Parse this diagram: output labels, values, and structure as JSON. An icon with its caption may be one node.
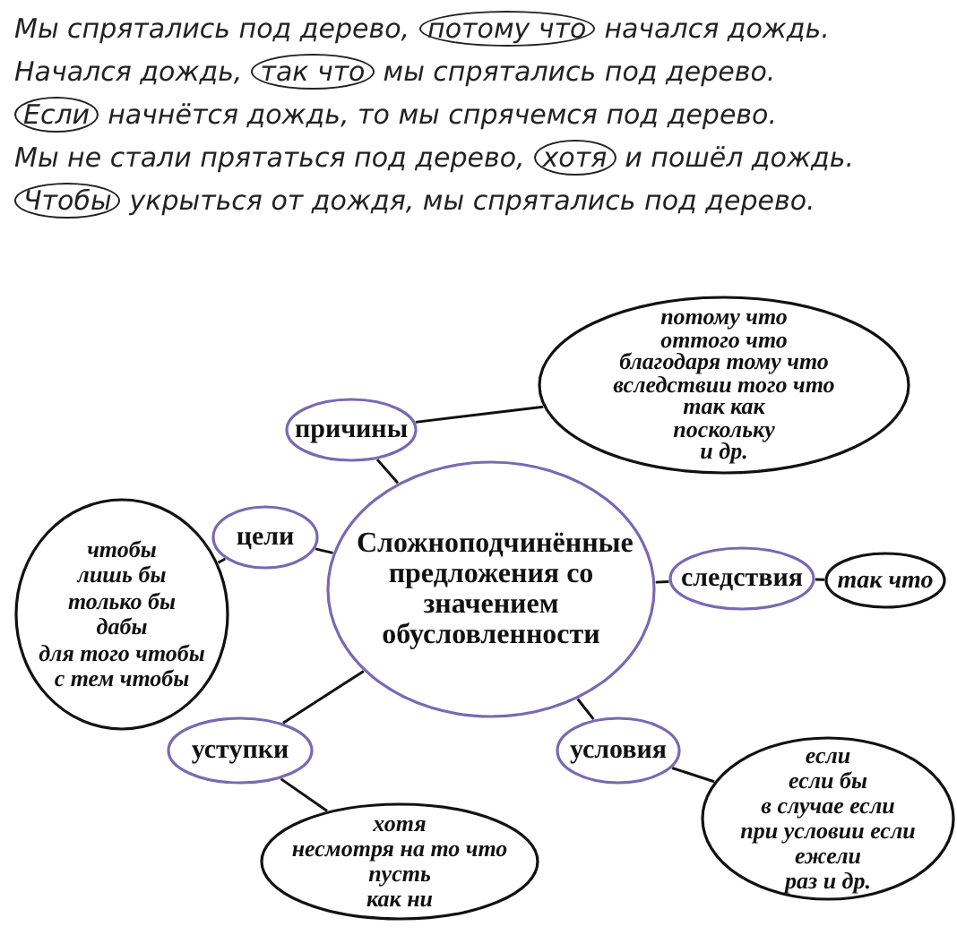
{
  "diagram": {
    "nodes": [
      {
        "text": [
          "Сложноподчинённые предложения со значением обусловленности"
        ]
      },
      {
        "text": [
          "причины"
        ]
      },
      {
        "text": [
          "потому что",
          "оттого что",
          "благодаря тому что",
          "вследствии того что",
          "так как",
          "поскольку",
          "и др."
        ]
      },
      {
        "text": [
          "цели"
        ]
      },
      {
        "text": [
          "чтобы",
          "лишь бы",
          "только бы",
          "дабы",
          "для того чтобы",
          "с тем чтобы"
        ]
      },
      {
        "text": [
          "следствия"
        ]
      },
      {
        "text": [
          "так что"
        ]
      },
      {
        "text": [
          "уступки"
        ]
      },
      {
        "text": [
          "хотя",
          "несмотря на то что",
          "пусть",
          "как ни"
        ]
      },
      {
        "text": [
          "условия"
        ]
      },
      {
        "text": [
          "если",
          "если бы",
          "в случае если",
          "при условии если",
          "ежели",
          "*раз* и др."
        ]
      }
    ],
    "edges": [
      {
        "from": 0,
        "to": 1,
        "arrow": "none"
      },
      {
        "from": 1,
        "to": 2,
        "arrow": "none"
      },
      {
        "from": 0,
        "to": 3,
        "arrow": "none"
      },
      {
        "from": 3,
        "to": 4,
        "arrow": "none"
      },
      {
        "from": 0,
        "to": 5,
        "arrow": "none"
      },
      {
        "from": 5,
        "to": 6,
        "arrow": "none"
      },
      {
        "from": 0,
        "to": 7,
        "arrow": "none"
      },
      {
        "from": 7,
        "to": 8,
        "arrow": "none"
      },
      {
        "from": 0,
        "to": 9,
        "arrow": "none"
      },
      {
        "from": 9,
        "to": 10,
        "arrow": "none"
      }
    ],
    "labels": [
      "Мы спрятались под дерево,",
      "потому что",
      "начался дождь.",
      "Начался дождь,",
      "так что",
      "мы спрятались под дерево.",
      "Если",
      "начнётся дождь, то мы спрячемся под дерево.",
      "Мы не стали прятаться под дерево,",
      "хотя",
      "и пошёл дождь.",
      "Чтобы",
      "укрыться от дождя, мы спрятались под дерево."
    ]
  }
}
